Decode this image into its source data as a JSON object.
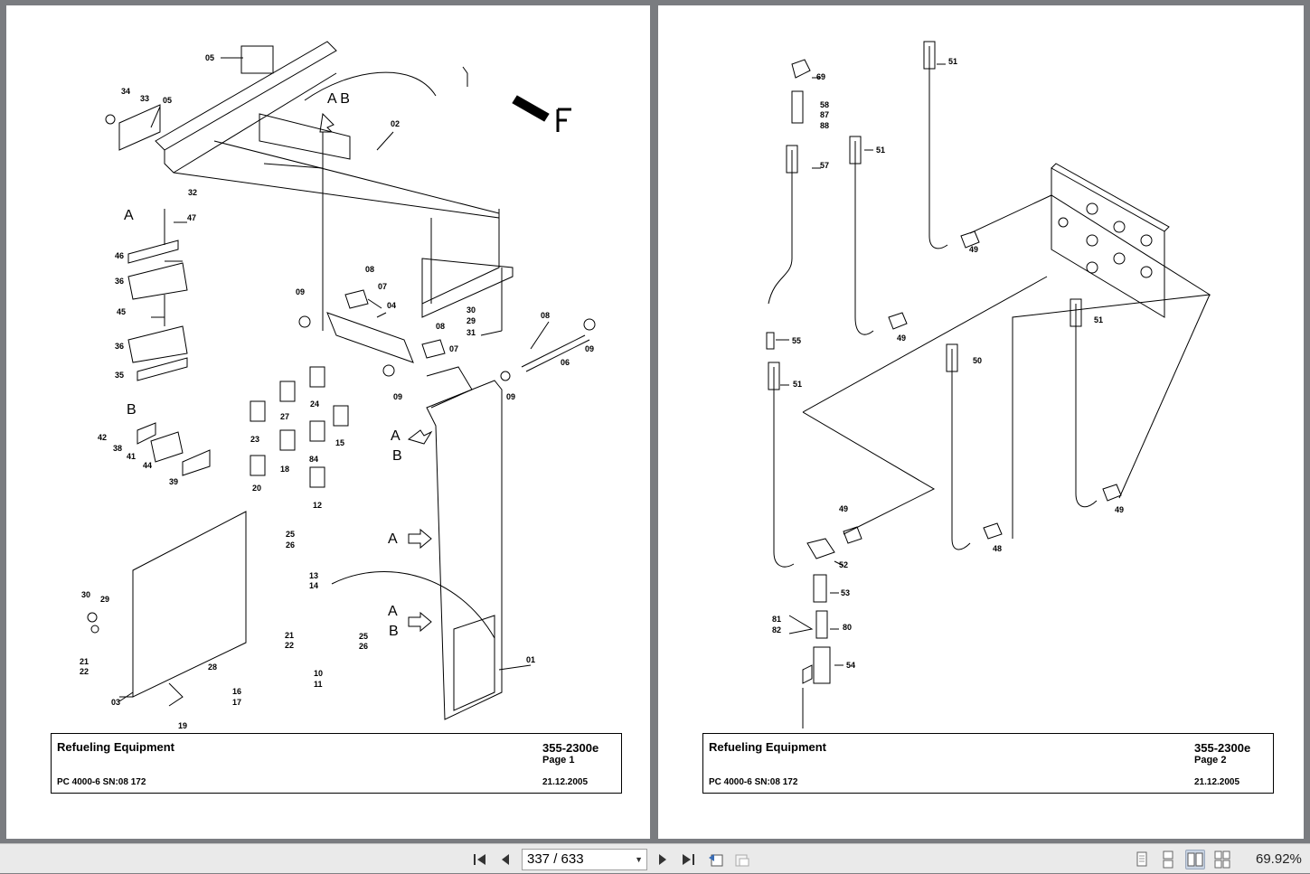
{
  "pages": [
    {
      "title": "Refueling Equipment",
      "code": "355-2300e",
      "page_label": "Page 1",
      "model": "PC 4000-6 SN:08 172",
      "date": "21.12.2005",
      "callouts": [
        "05",
        "34",
        "33",
        "05",
        "A B",
        "02",
        "F",
        "32",
        "A",
        "47",
        "46",
        "36",
        "45",
        "36",
        "35",
        "08",
        "07",
        "09",
        "04",
        "30",
        "29",
        "31",
        "08",
        "07",
        "08",
        "09",
        "06",
        "09",
        "09",
        "B",
        "42",
        "38",
        "41",
        "44",
        "39",
        "23",
        "27",
        "24",
        "18",
        "84",
        "15",
        "20",
        "12",
        "A",
        "B",
        "A",
        "25",
        "26",
        "13",
        "14",
        "30",
        "29",
        "21",
        "22",
        "25",
        "26",
        "28",
        "10",
        "11",
        "16",
        "17",
        "21",
        "22",
        "03",
        "19",
        "01",
        "A",
        "B"
      ]
    },
    {
      "title": "Refueling Equipment",
      "code": "355-2300e",
      "page_label": "Page 2",
      "model": "PC 4000-6 SN:08 172",
      "date": "21.12.2005",
      "callouts": [
        "69",
        "58",
        "87",
        "88",
        "57",
        "51",
        "51",
        "49",
        "49",
        "51",
        "55",
        "51",
        "50",
        "49",
        "48",
        "49",
        "52",
        "53",
        "81",
        "82",
        "80",
        "54"
      ]
    }
  ],
  "toolbar": {
    "first_page": "first-page-icon",
    "prev_page": "previous-page-icon",
    "page_display": "337 / 633",
    "next_page": "next-page-icon",
    "last_page": "last-page-icon",
    "back_view": "previous-view-icon",
    "forward_view": "next-view-icon",
    "zoom": "69.92%"
  }
}
